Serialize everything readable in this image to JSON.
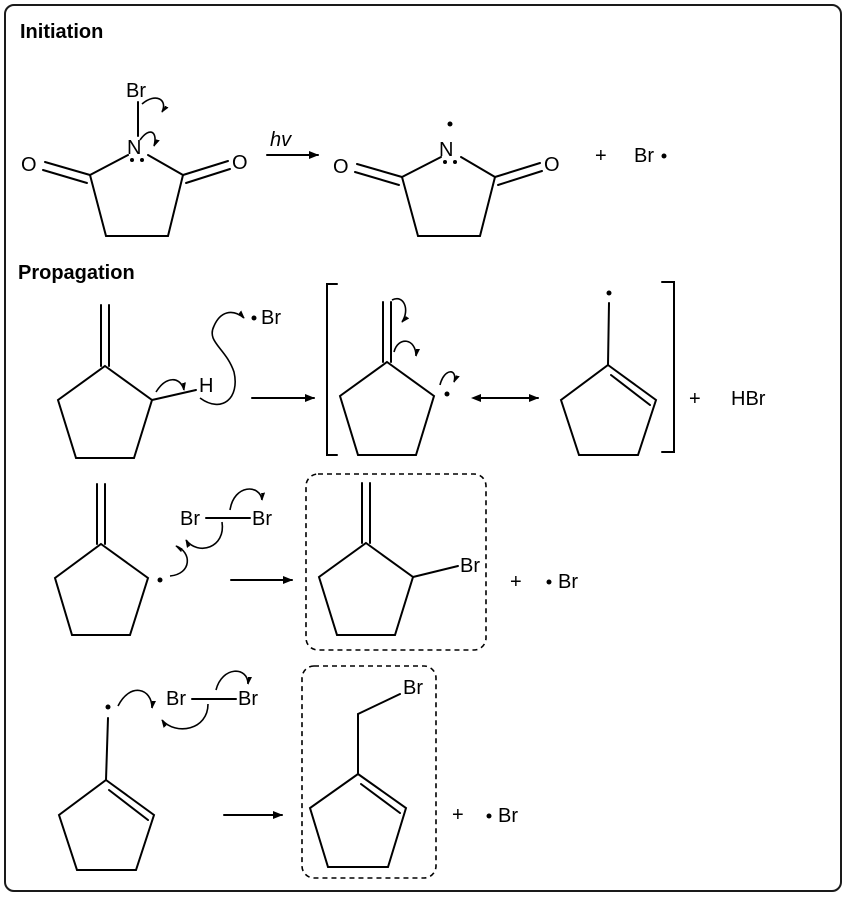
{
  "sections": {
    "initiation": "Initiation",
    "propagation": "Propagation"
  },
  "atoms": {
    "br": "Br",
    "n": "N",
    "o": "O",
    "h": "H",
    "hbr": "HBr"
  },
  "symbols": {
    "plus": "+",
    "hv": "hv"
  }
}
